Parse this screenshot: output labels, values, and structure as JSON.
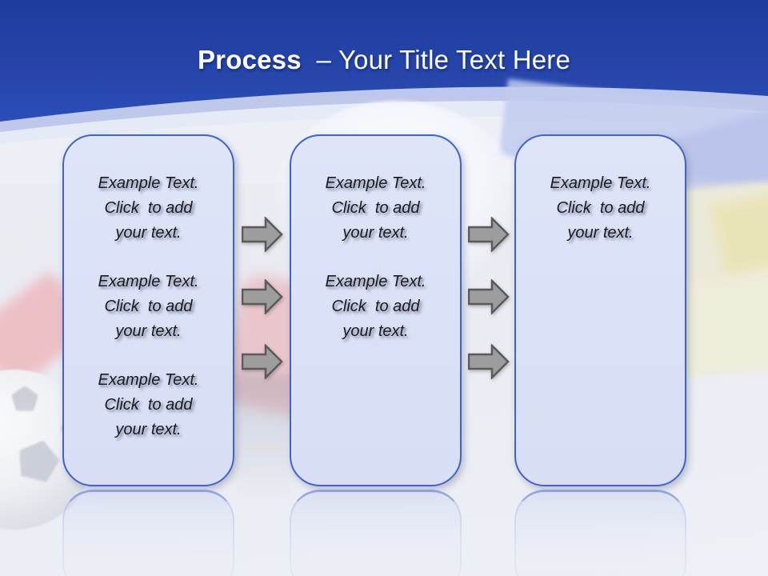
{
  "title": {
    "keyword": "Process",
    "rest": "  – Your Title Text Here"
  },
  "boxes": [
    {
      "name": "step-1",
      "paragraphs": [
        "Example Text.\nClick  to add\nyour text.",
        "Example Text.\nClick  to add\nyour text.",
        "Example Text.\nClick  to add\nyour text."
      ]
    },
    {
      "name": "step-2",
      "paragraphs": [
        "Example Text.\nClick  to add\nyour text.",
        "Example Text.\nClick  to add\nyour text."
      ]
    },
    {
      "name": "step-3",
      "paragraphs": [
        "Example Text.\nClick  to add\nyour text."
      ]
    }
  ],
  "arrows": {
    "direction": "right",
    "groups": [
      {
        "between": "step-1 and step-2",
        "count": 3
      },
      {
        "between": "step-2 and step-3",
        "count": 3
      }
    ]
  },
  "colors": {
    "header_top": "#1e3c9c",
    "header_bottom": "#3258ca",
    "title_text": "#ffffff",
    "box_fill": "#dbe2f7",
    "box_border": "#3f63c8",
    "arrow_fill": "#9d9d9d",
    "arrow_stroke": "#5a5a5a",
    "body_text": "#1b1b1d",
    "background": "#eaecf3"
  }
}
